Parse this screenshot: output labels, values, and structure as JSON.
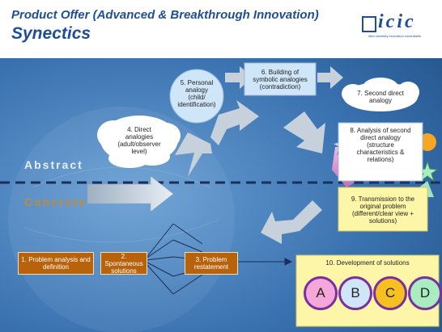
{
  "header": {
    "title_line1": "Product Offer (Advanced & Breakthrough Innovation)",
    "title_line2": "Synectics",
    "logo_text": "icic",
    "logo_subtext": "idea creativity innovation consultants"
  },
  "diagram": {
    "abstract_label": "Abstract",
    "concrete_label": "Concrete",
    "steps": {
      "s1": "1. Problem analysis and definition",
      "s2": "2. Spontaneous solutions",
      "s3": "3. Problem restatement",
      "s4": [
        "4. Direct",
        "analogies",
        "(adult/observer",
        "level)"
      ],
      "s5": [
        "5. Personal",
        "analogy",
        "(child/",
        "identification)"
      ],
      "s6": [
        "6. Building of",
        "symbolic analogies",
        "(contradiction)"
      ],
      "s7": [
        "7. Second direct",
        "analogy"
      ],
      "s8": [
        "8. Analysis of second",
        "direct analogy",
        "(structure",
        "characteristics &",
        "relations)"
      ],
      "s9": [
        "9. Transmission to the",
        "original problem",
        "(different/clear view +",
        "solutions)"
      ],
      "s10": "10. Development of solutions"
    },
    "solutions": [
      "A",
      "B",
      "C",
      "D"
    ],
    "colors": {
      "background": "#3a77b6",
      "orange_box": "#b8620c",
      "cloud": "#ffffff",
      "circle_fill": "#cfe6f8",
      "dev_box": "#fdf5a8",
      "sol_a": "#f4a7d8",
      "sol_b": "#cfe6f8",
      "sol_c": "#f5c020",
      "sol_d": "#a9ecc0",
      "ring": "#7a2ea0"
    }
  }
}
